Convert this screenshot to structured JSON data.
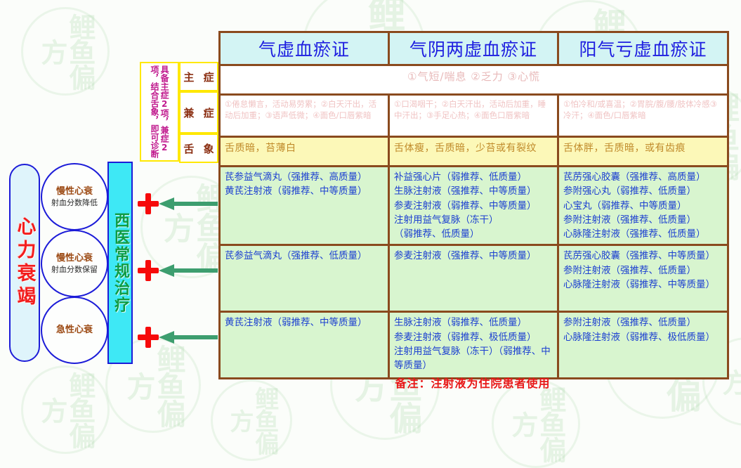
{
  "left_diagram": {
    "title": "心力衰竭",
    "nodes": [
      {
        "main": "慢性心衰",
        "sub": "射血分数降低"
      },
      {
        "main": "慢性心衰",
        "sub": "射血分数保留"
      },
      {
        "main": "急性心衰",
        "sub": ""
      }
    ],
    "western_treatment": "西医常规治疗",
    "plus_symbol": "+",
    "arrow_icon": "left-arrow-icon"
  },
  "criteria_note": "具备主症2项，兼症2项，结合舌象，即可诊断",
  "row_labels": {
    "main_symptom": "主 症",
    "minor_symptom": "兼 症",
    "tongue": "舌 象"
  },
  "columns": [
    "气虚血瘀证",
    "气阴两虚血瘀证",
    "阳气亏虚血瘀证"
  ],
  "main_symptom_shared": "①气短/喘息 ②乏力 ③心慌",
  "minor_symptoms": [
    "①倦怠懒言，活动易劳累；②白天汗出，活动后加重；③语声低微；④面色/口唇紫暗",
    "①口渴咽干；②白天汗出，活动后加重，睡中汗出；③手足心热；④面色口唇紫暗",
    "①怕冷和/或喜温；②胃脘/腹/腰/肢体冷感③冷汗；④面色/口唇紫暗"
  ],
  "tongue_signs": [
    "舌质暗，苔薄白",
    "舌体瘦，舌质暗，少苔或有裂纹",
    "舌体胖，舌质暗，或有齿痕"
  ],
  "treatments": [
    [
      [
        "芪参益气滴丸（强推荐、高质量）",
        "黄芪注射液（弱推荐、中等质量）"
      ],
      [
        "补益强心片（弱推荐、低质量）",
        "生脉注射液（强推荐、中等质量）",
        "参麦注射液（弱推荐、中等质量）",
        "注射用益气复脉（冻干）",
        "（弱推荐、低质量）"
      ],
      [
        "芪苈强心胶囊（强推荐、高质量）",
        "参附强心丸（弱推荐、低质量）",
        "心宝丸（弱推荐、中等质量）",
        "参附注射液（强推荐、低质量）",
        "心脉隆注射液（强推荐、低质量）"
      ]
    ],
    [
      [
        "芪参益气滴丸（强推荐、低质量）"
      ],
      [
        "参麦注射液（强推荐、中等质量）"
      ],
      [
        "芪苈强心胶囊（强推荐、中等质量）",
        "参附注射液（强推荐、低质量）",
        "心脉隆注射液（弱推荐、中等质量）"
      ]
    ],
    [
      [
        "黄芪注射液（弱推荐、中等质量）"
      ],
      [
        "生脉注射液（弱推荐、低质量）",
        "参麦注射液（弱推荐、极低质量）",
        "注射用益气复脉（冻干）（弱推荐、中",
        "等质量）"
      ],
      [
        "参附注射液（强推荐、低质量）",
        "心脉隆注射液（弱推荐、极低质量）"
      ]
    ]
  ],
  "footer_note": "备注：注射液为住院患者使用",
  "colors": {
    "header_bg": "#d3f4f4",
    "header_text": "#1d1de0",
    "tongue_bg": "#fcf8b8",
    "treat_bg": "#d8f5cf",
    "treat_text": "#1b3fd1",
    "table_border": "#8a4a1e",
    "label_border": "#ffe800",
    "title_red": "#f21d1d",
    "western_green": "#0f9b43",
    "western_bg": "#3ee8f5",
    "plus_red": "#f60a0a",
    "arrow_green": "#3d9e6f",
    "footer_red": "#e81818"
  }
}
